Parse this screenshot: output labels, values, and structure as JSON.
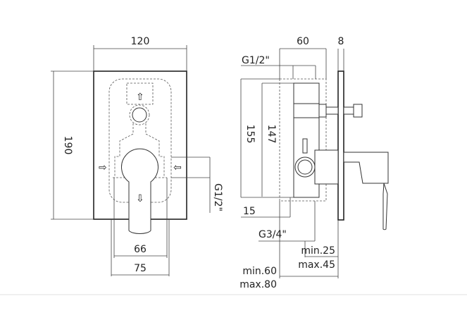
{
  "front_view": {
    "width_label": "120",
    "height_label": "190",
    "inner_width_label": "66",
    "outer_width_label": "75",
    "connection_label": "G1/2\""
  },
  "side_view": {
    "depth_label": "60",
    "plate_label": "8",
    "top_connection_label": "G1/2\"",
    "outer_height_label": "155",
    "inner_height_label": "147",
    "offset_label": "15",
    "bottom_connection_label": "G3/4\"",
    "plate_min_label": "min.25",
    "plate_max_label": "max.45",
    "total_min_label": "min.60",
    "total_max_label": "max.80"
  }
}
